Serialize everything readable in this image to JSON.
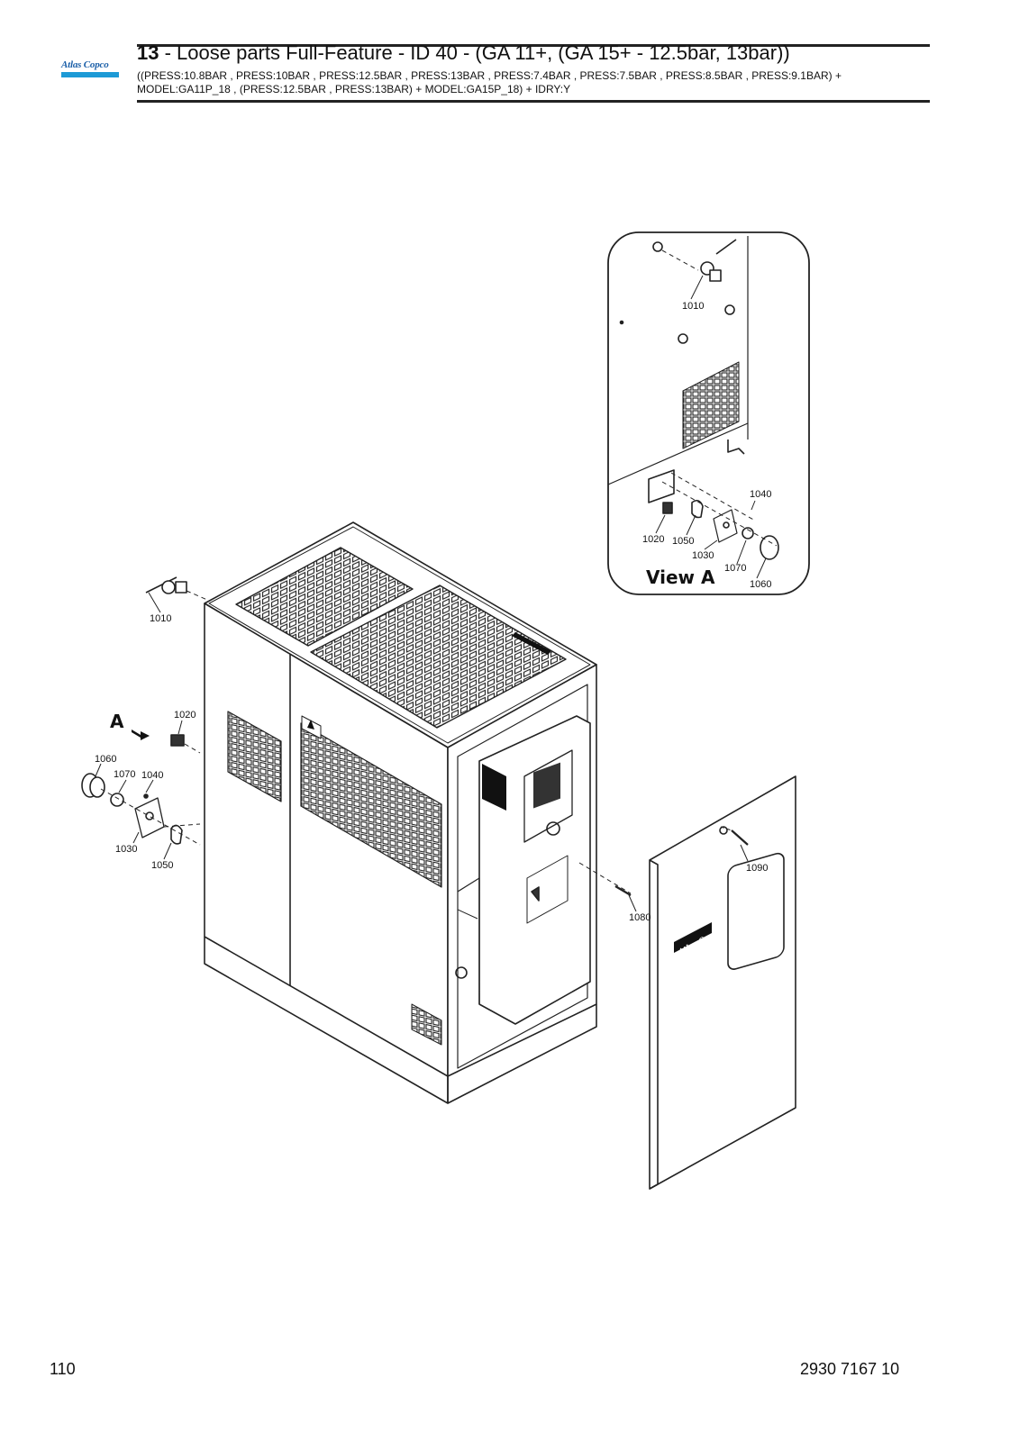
{
  "brand": {
    "logo_text": "Atlas Copco",
    "bar_color": "#1d9ad6",
    "text_color": "#1b5fa8"
  },
  "header": {
    "section_number": "13",
    "title_rest": " - Loose parts Full-Feature - ID 40 - (GA 11+, (GA 15+ - 12.5bar, 13bar))",
    "subtitle_line1": "((PRESS:10.8BAR , PRESS:10BAR , PRESS:12.5BAR , PRESS:13BAR , PRESS:7.4BAR , PRESS:7.5BAR , PRESS:8.5BAR , PRESS:9.1BAR) +",
    "subtitle_line2": "MODEL:GA11P_18 , (PRESS:12.5BAR , PRESS:13BAR) + MODEL:GA15P_18) + IDRY:Y"
  },
  "drawing": {
    "view_a_caption": "View A",
    "arrow_label": "A",
    "door_logo_text": "Atlas Copco",
    "callouts_main": [
      "1010",
      "1020",
      "1060",
      "1070",
      "1040",
      "1030",
      "1050",
      "1080",
      "1090"
    ],
    "callouts_view_a": [
      "1010",
      "1040",
      "1020",
      "1050",
      "1030",
      "1070",
      "1060"
    ]
  },
  "footer": {
    "page_number": "110",
    "document_number": "2930 7167 10"
  }
}
